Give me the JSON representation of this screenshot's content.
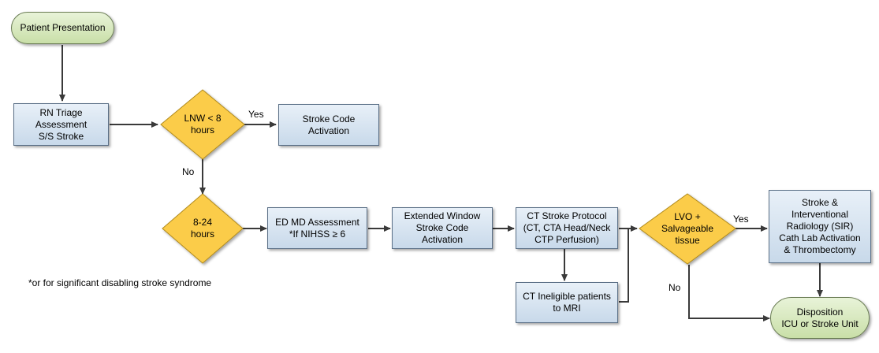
{
  "nodes": {
    "patient_presentation": "Patient Presentation",
    "rn_triage": "RN Triage\nAssessment\nS/S Stroke",
    "lnw_decision": "LNW < 8\nhours",
    "stroke_code_activation": "Stroke Code\nActivation",
    "window_8_24": "8-24\nhours",
    "ed_md_assessment_line1": "ED MD Assessment",
    "ed_md_assessment_line2": "*If NIHSS ≥  6",
    "extended_window": "Extended Window\nStroke Code\nActivation",
    "ct_stroke_protocol": "CT Stroke Protocol\n(CT, CTA Head/Neck\nCTP Perfusion)",
    "ct_ineligible": "CT Ineligible patients\nto MRI",
    "lvo_decision": "LVO +\nSalvageable\ntissue",
    "sir_thrombectomy": "Stroke &\nInterventional\nRadiology (SIR)\nCath Lab Activation\n& Thrombectomy",
    "disposition": "Disposition\nICU or Stroke Unit"
  },
  "edge_labels": {
    "lnw_yes": "Yes",
    "lnw_no": "No",
    "lvo_yes": "Yes",
    "lvo_no": "No"
  },
  "footnote": "*or for significant disabling stroke syndrome",
  "colors": {
    "box_fill": "#d6e4f0",
    "terminal_fill": "#d9e8c4",
    "decision_fill": "#fbcc4a",
    "line": "#3a3a3a"
  }
}
